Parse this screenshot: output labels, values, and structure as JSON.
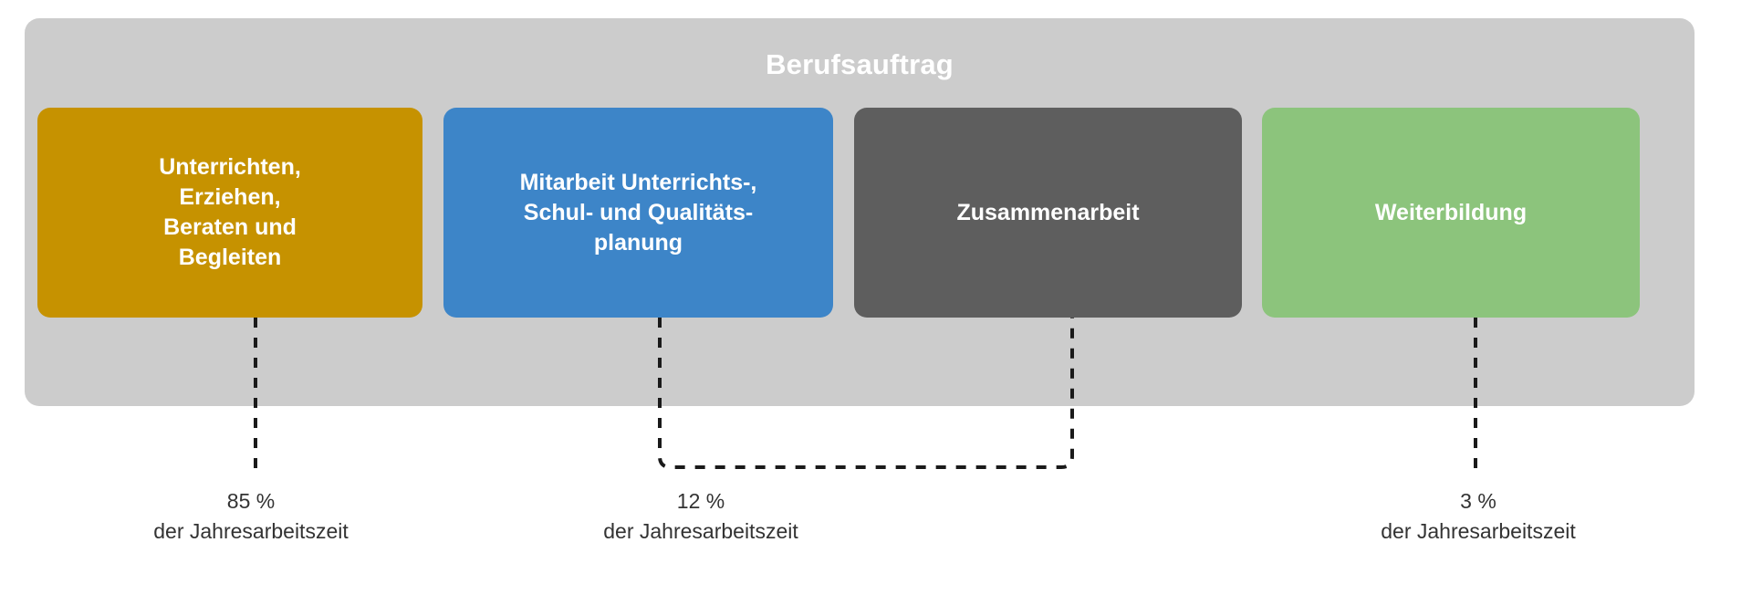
{
  "diagram": {
    "title": "Berufsauftrag",
    "title_color": "#ffffff",
    "container_color": "#cccccc",
    "cards": [
      {
        "label": "Unterrichten,\nErziehen,\nBeraten und\nBegleiten",
        "color": "#c69200",
        "name": "unterrichten-erziehen-beraten-begleiten"
      },
      {
        "label": "Mitarbeit Unterrichts-,\nSchul- und Qualitäts-\nplanung",
        "color": "#3d85c8",
        "name": "mitarbeit-unterrichts-schul-qualitaetsplanung"
      },
      {
        "label": "Zusammenarbeit",
        "color": "#5e5e5e",
        "name": "zusammenarbeit"
      },
      {
        "label": "Weiterbildung",
        "color": "#8cc47c",
        "name": "weiterbildung"
      }
    ],
    "captions": [
      {
        "percent": "85 %",
        "sub": "der Jahresarbeitszeit"
      },
      {
        "percent": "12 %",
        "sub": "der Jahresarbeitszeit"
      },
      {
        "percent": "3 %",
        "sub": "der Jahresarbeitszeit"
      }
    ],
    "connector_color": "#1a1a1a"
  },
  "chart_data": {
    "type": "bar",
    "title": "Berufsauftrag",
    "categories": [
      "Unterrichten, Erziehen, Beraten und Begleiten",
      "Mitarbeit Unterrichts-, Schul- und Qualitätsplanung + Zusammenarbeit",
      "Weiterbildung"
    ],
    "values": [
      85,
      12,
      3
    ],
    "value_labels": [
      "85 %",
      "12 %",
      "3 %"
    ],
    "unit": "% der Jahresarbeitszeit",
    "xlabel": "",
    "ylabel": "der Jahresarbeitszeit",
    "ylim": [
      0,
      100
    ],
    "grid": false,
    "legend": false
  }
}
